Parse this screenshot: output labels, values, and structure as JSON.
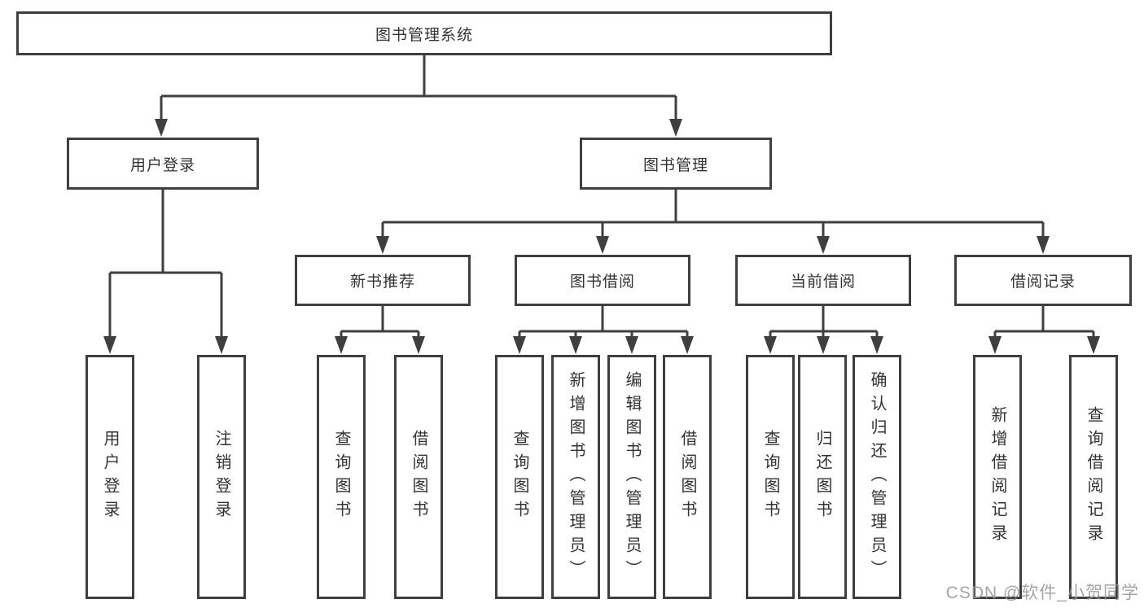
{
  "diagram": {
    "root": {
      "label": "图书管理系统"
    },
    "level2": [
      {
        "label": "用户登录"
      },
      {
        "label": "图书管理"
      }
    ],
    "level3": [
      {
        "label": "新书推荐",
        "parent": "图书管理"
      },
      {
        "label": "图书借阅",
        "parent": "图书管理"
      },
      {
        "label": "当前借阅",
        "parent": "图书管理"
      },
      {
        "label": "借阅记录",
        "parent": "图书管理"
      }
    ],
    "level4": [
      {
        "label": "用户登录",
        "parent": "用户登录"
      },
      {
        "label": "注销登录",
        "parent": "用户登录"
      },
      {
        "label": "查询图书",
        "parent": "新书推荐"
      },
      {
        "label": "借阅图书",
        "parent": "新书推荐"
      },
      {
        "label": "查询图书",
        "parent": "图书借阅"
      },
      {
        "label": "新增图书（管理员）",
        "parent": "图书借阅"
      },
      {
        "label": "编辑图书（管理员）",
        "parent": "图书借阅"
      },
      {
        "label": "借阅图书",
        "parent": "图书借阅"
      },
      {
        "label": "查询图书",
        "parent": "当前借阅"
      },
      {
        "label": "归还图书",
        "parent": "当前借阅"
      },
      {
        "label": "确认归还（管理员）",
        "parent": "当前借阅"
      },
      {
        "label": "新增借阅记录",
        "parent": "借阅记录"
      },
      {
        "label": "查询借阅记录",
        "parent": "借阅记录"
      }
    ]
  },
  "watermark": "CSDN @软件_小贺同学",
  "colors": {
    "line": "#3f3f3f",
    "text": "#333333",
    "watermark": "#9b9b9b",
    "background": "#ffffff"
  }
}
